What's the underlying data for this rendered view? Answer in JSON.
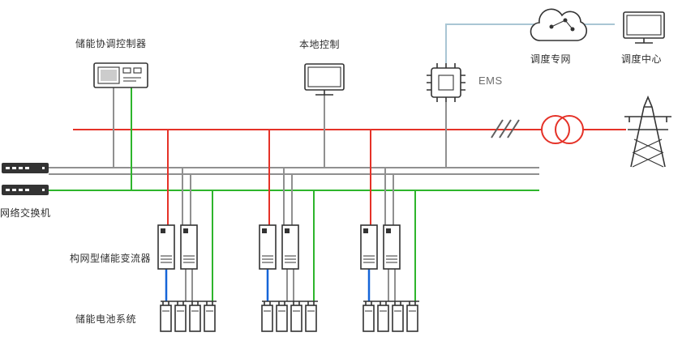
{
  "diagram": {
    "labels": {
      "coordinator": "储能协调控制器",
      "local_control": "本地控制",
      "dispatch_network": "调度专网",
      "dispatch_center": "调度中心",
      "ems": "EMS",
      "network_switch": "网络交换机",
      "converter": "构网型储能变流器",
      "battery": "储能电池系统"
    },
    "icons": {
      "coordinator": "controller-device-icon",
      "local_control": "monitor-icon",
      "ems": "chip-icon",
      "dispatch_network": "cloud-icon",
      "dispatch_center": "monitor-icon",
      "network_switch": "switch-box-icon",
      "grid": "transmission-tower-icon",
      "transformer": "two-circle-transformer-icon",
      "line_break": "slash-marks-icon"
    },
    "colors": {
      "power_red": "#e53228",
      "network_green": "#2eb52c",
      "comm_gray": "#909090",
      "dc_blue": "#1565d8",
      "remote_lightblue": "#a9c6d4",
      "icon_dark": "#333333",
      "text_dark": "#2f2f2f"
    }
  }
}
